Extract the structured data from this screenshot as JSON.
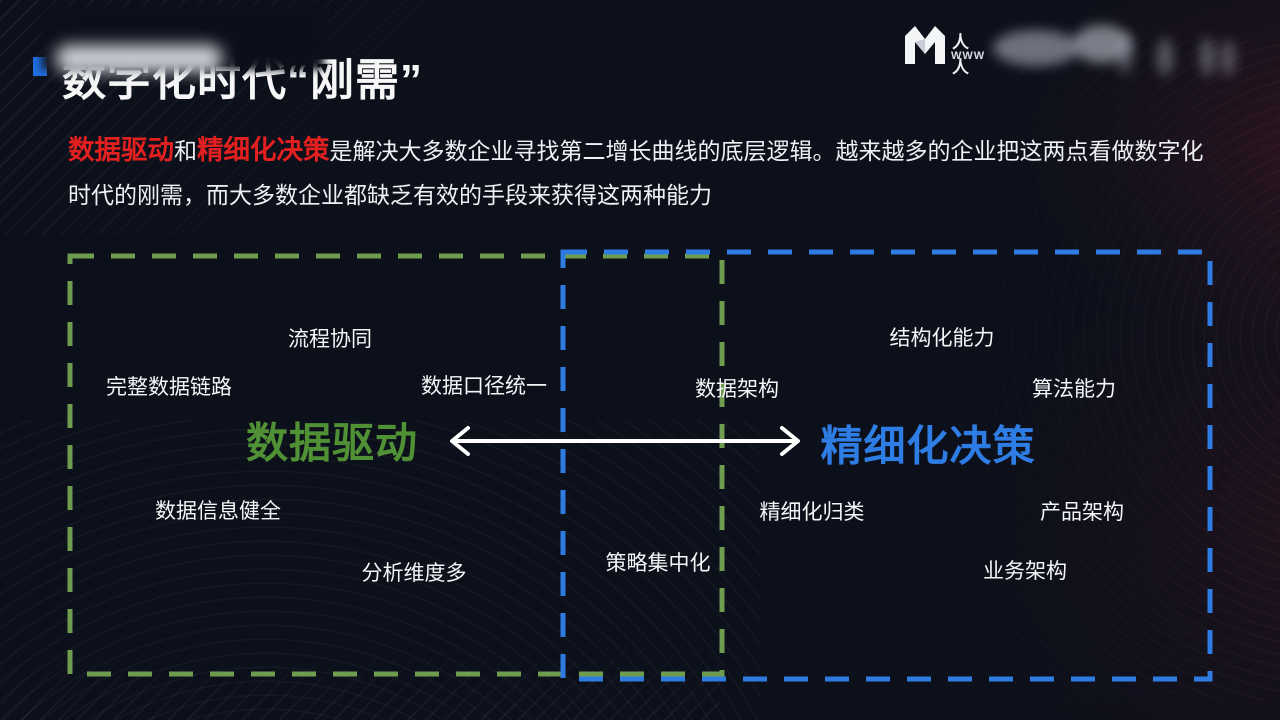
{
  "slide": {
    "title": "数字化时代“刚需”",
    "intro": {
      "seg1": "数据驱动",
      "seg2": "和",
      "seg3": "精细化决策",
      "seg4": "是解决大多数企业寻找第二增长曲线的底层逻辑。越来越多的企业把这两点看做数字化时代的刚需，而大多数企业都缺乏有效的手段来获得这两种能力"
    },
    "colors": {
      "background": "#0c101a",
      "accent_red": "#e32020",
      "accent_green": "#4f9134",
      "accent_blue": "#2e7de4",
      "green_border": "#6f9d4f",
      "blue_border": "#2e7ce1",
      "bullet_blue": "#1f6fe0",
      "arrow_white": "#ffffff"
    }
  },
  "logo": {
    "mark": "M",
    "text_top": "人人",
    "text_bottom": "WWW"
  },
  "diagram": {
    "left_title": "数据驱动",
    "right_title": "精细化决策",
    "left_labels": [
      "流程协同",
      "完整数据链路",
      "数据口径统一",
      "数据信息健全",
      "分析维度多"
    ],
    "mid_labels": [
      "数据架构",
      "策略集中化"
    ],
    "right_labels": [
      "结构化能力",
      "算法能力",
      "精细化归类",
      "产品架构",
      "业务架构"
    ]
  }
}
